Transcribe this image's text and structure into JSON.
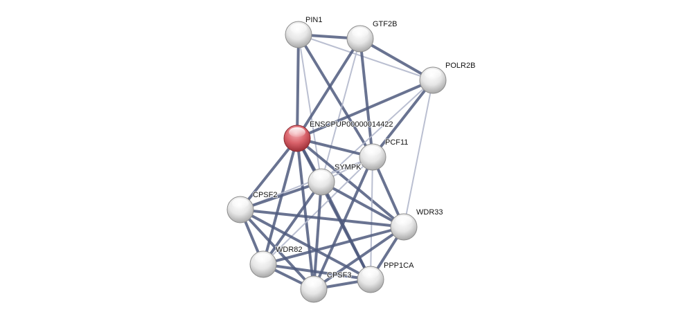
{
  "network": {
    "colors": {
      "edge_strong": "#4f5a7e",
      "edge_weak": "#b3b8cc",
      "node": "#e8e8e8",
      "query_node": "#d9626a"
    },
    "nodes": [
      {
        "id": "PIN1",
        "label": "PIN1",
        "query": false
      },
      {
        "id": "GTF2B",
        "label": "GTF2B",
        "query": false
      },
      {
        "id": "POLR2B",
        "label": "POLR2B",
        "query": false
      },
      {
        "id": "ENSCPUP00000014422",
        "label": "ENSCPUP00000014422",
        "query": true
      },
      {
        "id": "PCF11",
        "label": "PCF11",
        "query": false
      },
      {
        "id": "SYMPK",
        "label": "SYMPK",
        "query": false
      },
      {
        "id": "CPSF2",
        "label": "CPSF2",
        "query": false
      },
      {
        "id": "WDR33",
        "label": "WDR33",
        "query": false
      },
      {
        "id": "WDR82",
        "label": "WDR82",
        "query": false
      },
      {
        "id": "CPSF3",
        "label": "CPSF3",
        "query": false
      },
      {
        "id": "PPP1CA",
        "label": "PPP1CA",
        "query": false
      }
    ],
    "edges": [
      {
        "source": "PIN1",
        "target": "GTF2B",
        "strength": "strong"
      },
      {
        "source": "PIN1",
        "target": "POLR2B",
        "strength": "weak"
      },
      {
        "source": "PIN1",
        "target": "ENSCPUP00000014422",
        "strength": "strong"
      },
      {
        "source": "PIN1",
        "target": "PCF11",
        "strength": "strong"
      },
      {
        "source": "PIN1",
        "target": "SYMPK",
        "strength": "weak"
      },
      {
        "source": "GTF2B",
        "target": "POLR2B",
        "strength": "strong"
      },
      {
        "source": "GTF2B",
        "target": "ENSCPUP00000014422",
        "strength": "strong"
      },
      {
        "source": "GTF2B",
        "target": "PCF11",
        "strength": "strong"
      },
      {
        "source": "GTF2B",
        "target": "SYMPK",
        "strength": "weak"
      },
      {
        "source": "POLR2B",
        "target": "ENSCPUP00000014422",
        "strength": "strong"
      },
      {
        "source": "POLR2B",
        "target": "PCF11",
        "strength": "strong"
      },
      {
        "source": "POLR2B",
        "target": "SYMPK",
        "strength": "weak"
      },
      {
        "source": "POLR2B",
        "target": "WDR33",
        "strength": "weak"
      },
      {
        "source": "ENSCPUP00000014422",
        "target": "PCF11",
        "strength": "strong"
      },
      {
        "source": "ENSCPUP00000014422",
        "target": "SYMPK",
        "strength": "strong"
      },
      {
        "source": "ENSCPUP00000014422",
        "target": "CPSF2",
        "strength": "strong"
      },
      {
        "source": "ENSCPUP00000014422",
        "target": "WDR33",
        "strength": "strong"
      },
      {
        "source": "ENSCPUP00000014422",
        "target": "WDR82",
        "strength": "strong"
      },
      {
        "source": "ENSCPUP00000014422",
        "target": "CPSF3",
        "strength": "strong"
      },
      {
        "source": "ENSCPUP00000014422",
        "target": "PPP1CA",
        "strength": "strong"
      },
      {
        "source": "PCF11",
        "target": "SYMPK",
        "strength": "weak"
      },
      {
        "source": "PCF11",
        "target": "CPSF2",
        "strength": "weak"
      },
      {
        "source": "PCF11",
        "target": "WDR33",
        "strength": "strong"
      },
      {
        "source": "PCF11",
        "target": "WDR82",
        "strength": "weak"
      },
      {
        "source": "PCF11",
        "target": "CPSF3",
        "strength": "strong"
      },
      {
        "source": "PCF11",
        "target": "PPP1CA",
        "strength": "weak"
      },
      {
        "source": "SYMPK",
        "target": "CPSF2",
        "strength": "strong"
      },
      {
        "source": "SYMPK",
        "target": "WDR33",
        "strength": "strong"
      },
      {
        "source": "SYMPK",
        "target": "WDR82",
        "strength": "strong"
      },
      {
        "source": "SYMPK",
        "target": "CPSF3",
        "strength": "strong"
      },
      {
        "source": "SYMPK",
        "target": "PPP1CA",
        "strength": "strong"
      },
      {
        "source": "CPSF2",
        "target": "WDR33",
        "strength": "strong"
      },
      {
        "source": "CPSF2",
        "target": "WDR82",
        "strength": "strong"
      },
      {
        "source": "CPSF2",
        "target": "CPSF3",
        "strength": "strong"
      },
      {
        "source": "CPSF2",
        "target": "PPP1CA",
        "strength": "strong"
      },
      {
        "source": "WDR33",
        "target": "WDR82",
        "strength": "strong"
      },
      {
        "source": "WDR33",
        "target": "CPSF3",
        "strength": "strong"
      },
      {
        "source": "WDR33",
        "target": "PPP1CA",
        "strength": "strong"
      },
      {
        "source": "WDR82",
        "target": "CPSF3",
        "strength": "strong"
      },
      {
        "source": "WDR82",
        "target": "PPP1CA",
        "strength": "strong"
      },
      {
        "source": "CPSF3",
        "target": "PPP1CA",
        "strength": "strong"
      }
    ]
  }
}
